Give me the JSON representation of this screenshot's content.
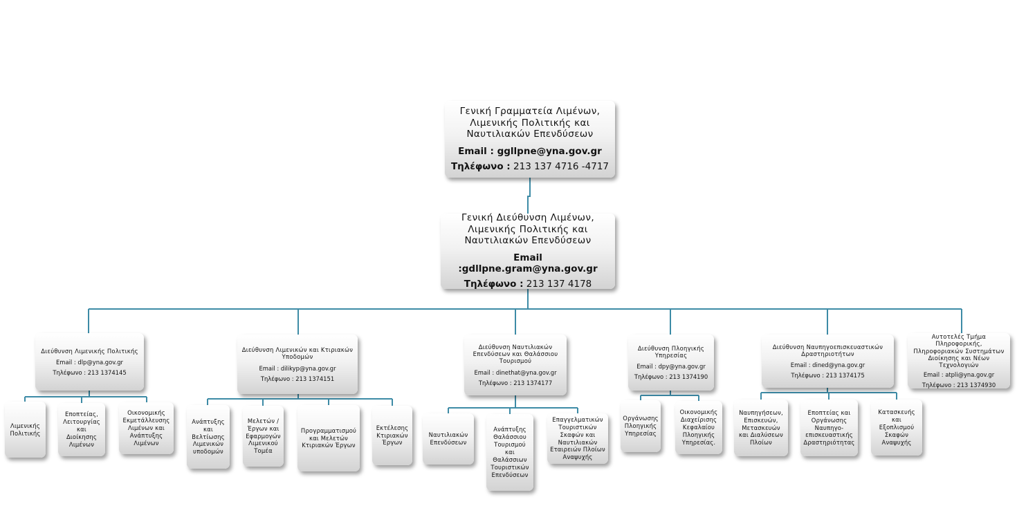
{
  "top": {
    "title": "Γενική Γραμματεία Λιμένων, Λιμενικής Πολιτικής και Ναυτιλιακών Επενδύσεων",
    "email": "Email : ggllpne@yna.gov.gr",
    "phone_label": "Τηλέφωνο :",
    "phone_value": "213 137 4716 -4717"
  },
  "general_directorate": {
    "title": "Γενική Διεύθυνση Λιμένων, Λιμενικής Πολιτικής και Ναυτιλιακών Επενδύσεων",
    "email": "Email :gdllpne.gram@yna.gov.gr",
    "phone_label": "Τηλέφωνο :",
    "phone_value": "213 137 4178"
  },
  "directorates": [
    {
      "title": "Διεύθυνση Λιμενικής Πολιτικής",
      "email": "Email : dlp@yna.gov.gr",
      "phone": "Τηλέφωνο : 213 1374145"
    },
    {
      "title": "Διεύθυνση Λιμενικών και Κτιριακών Υποδομών",
      "email": "Email : dilikyp@yna.gov.gr",
      "phone": "Τηλέφωνο : 213 1374151"
    },
    {
      "title": "Διεύθυνση Ναυτιλιακών Επενδύσεων και Θαλάσσιου Τουρισμού",
      "email": "Email : dinethat@yna.gov.gr",
      "phone": "Τηλέφωνο : 213 1374177"
    },
    {
      "title": "Διεύθυνση Πλοηγικής Υπηρεσίας",
      "email": "Email : dpy@yna.gov.gr",
      "phone": "Τηλέφωνο : 213 1374190"
    },
    {
      "title": "Διεύθυνση Ναυπηγοεπισκευαστικών Δραστηριοτήτων",
      "email": "Email : dined@yna.gov.gr",
      "phone": "Τηλέφωνο : 213 1374175"
    },
    {
      "title": "Αυτοτελές Τμήμα Πληροφορικής, Πληροφοριακών Συστημάτων Διοίκησης και Νέων Τεχνολογιών",
      "email": "Email : atpli@yna.gov.gr",
      "phone": "Τηλέφωνο : 213 1374930"
    }
  ],
  "departments": [
    [
      "Λιμενικής Πολιτικής",
      "Εποπτείας, Λειτουργίας και Διοίκησης Λιμένων",
      "Οικονομικής Εκμετάλλευσης Λιμένων και Ανάπτυξης Λιμένων"
    ],
    [
      "Ανάπτυξης και Βελτίωσης Λιμενικών υποδομών",
      "Μελετών / Έργων και Εφαρμογών Λιμενικού Τομέα",
      "Προγραμματισμού και Μελετών Κτιριακών Έργων",
      "Εκτέλεσης Κτιριακών Έργων"
    ],
    [
      "Ναυτιλιακών Επενδύσεων",
      "Ανάπτυξης Θαλάσσιου Τουρισμού και Θαλάσσιων Τουριστικών Επενδύσεων",
      "Επαγγελματικών Τουριστικών Σκαφών και Ναυτιλιακών Εταιρειών Πλοίων Αναψυχής"
    ],
    [
      "Οργάνωσης Πλοηγικής Υπηρεσίας",
      "Οικονομικής Διαχείρισης Κεφαλαίου Πλοηγικής Υπηρεσίας."
    ],
    [
      "Ναυπηγήσεων, Επισκευών, Μετασκευών και Διαλύσεων Πλοίων",
      "Εποπτείας και Οργάνωσης Ναυπηγο-επισκευαστικής Δραστηριότητας",
      "Κατασκευής και Εξοπλισμού Σκαφών Αναψυχής"
    ]
  ],
  "colors": {
    "connector": "#3d8ba6",
    "box_top": "#ffffff",
    "box_bottom": "#d3d3d3"
  }
}
